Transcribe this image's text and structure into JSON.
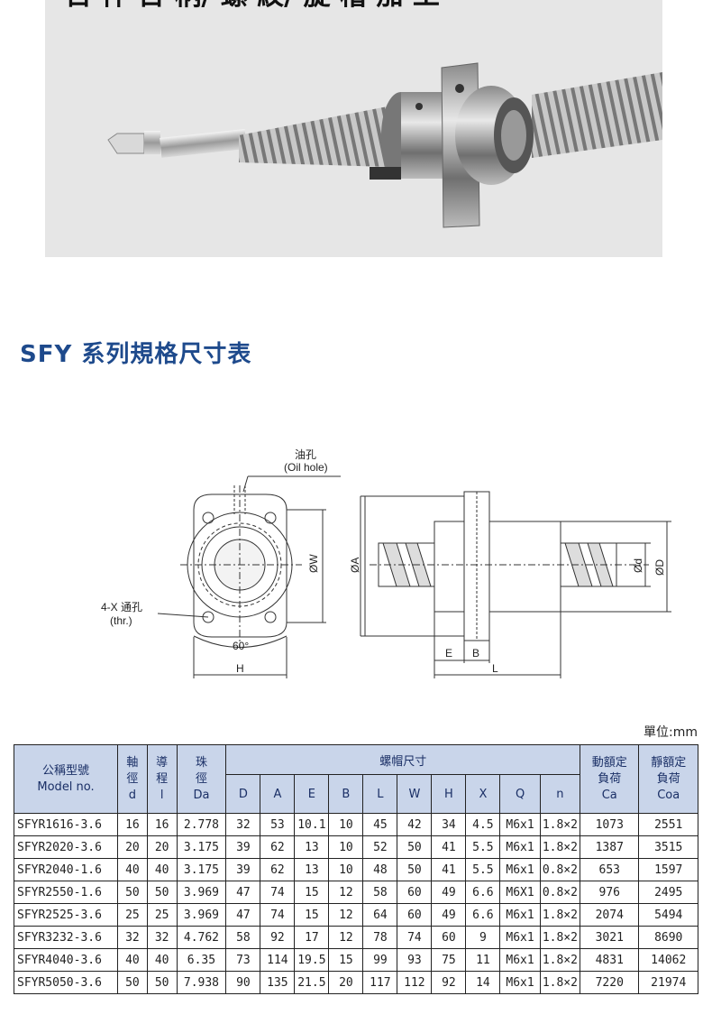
{
  "photo": {
    "heading": "日 件 日 柄/ 螺 紋/ 旋 槽 加 工"
  },
  "section_title": "SFY 系列規格尺寸表",
  "drawing": {
    "oil_hole": "油孔",
    "oil_hole_en": "(Oil hole)",
    "through_hole": "4-X 通孔",
    "through_hole_en": "(thr.)",
    "angle": "60°",
    "h": "H",
    "w": "ØW",
    "a": "ØA",
    "d": "Ød",
    "D": "ØD",
    "e": "E",
    "b": "B",
    "l": "L"
  },
  "unit": "單位:mm",
  "table": {
    "model_zh": "公稱型號",
    "model_en": "Model no.",
    "shaft": [
      "軸",
      "徑",
      "d"
    ],
    "lead": [
      "導",
      "程",
      "l"
    ],
    "ball": [
      "珠",
      "徑",
      "Da"
    ],
    "nut_dims": "螺帽尺寸",
    "dyn": [
      "動額定",
      "負荷",
      "Ca"
    ],
    "stat": [
      "靜額定",
      "負荷",
      "Coa"
    ],
    "cols": [
      "D",
      "A",
      "E",
      "B",
      "L",
      "W",
      "H",
      "X",
      "Q",
      "n"
    ],
    "rows": [
      [
        "SFYR1616-3.6",
        "16",
        "16",
        "2.778",
        "32",
        "53",
        "10.1",
        "10",
        "45",
        "42",
        "34",
        "4.5",
        "M6x1",
        "1.8×2",
        "1073",
        "2551"
      ],
      [
        "SFYR2020-3.6",
        "20",
        "20",
        "3.175",
        "39",
        "62",
        "13",
        "10",
        "52",
        "50",
        "41",
        "5.5",
        "M6x1",
        "1.8×2",
        "1387",
        "3515"
      ],
      [
        "SFYR2040-1.6",
        "40",
        "40",
        "3.175",
        "39",
        "62",
        "13",
        "10",
        "48",
        "50",
        "41",
        "5.5",
        "M6x1",
        "0.8×2",
        "653",
        "1597"
      ],
      [
        "SFYR2550-1.6",
        "50",
        "50",
        "3.969",
        "47",
        "74",
        "15",
        "12",
        "58",
        "60",
        "49",
        "6.6",
        "M6X1",
        "0.8×2",
        "976",
        "2495"
      ],
      [
        "SFYR2525-3.6",
        "25",
        "25",
        "3.969",
        "47",
        "74",
        "15",
        "12",
        "64",
        "60",
        "49",
        "6.6",
        "M6x1",
        "1.8×2",
        "2074",
        "5494"
      ],
      [
        "SFYR3232-3.6",
        "32",
        "32",
        "4.762",
        "58",
        "92",
        "17",
        "12",
        "78",
        "74",
        "60",
        "9",
        "M6x1",
        "1.8×2",
        "3021",
        "8690"
      ],
      [
        "SFYR4040-3.6",
        "40",
        "40",
        "6.35",
        "73",
        "114",
        "19.5",
        "15",
        "99",
        "93",
        "75",
        "11",
        "M6x1",
        "1.8×2",
        "4831",
        "14062"
      ],
      [
        "SFYR5050-3.6",
        "50",
        "50",
        "7.938",
        "90",
        "135",
        "21.5",
        "20",
        "117",
        "112",
        "92",
        "14",
        "M6x1",
        "1.8×2",
        "7220",
        "21974"
      ]
    ]
  }
}
